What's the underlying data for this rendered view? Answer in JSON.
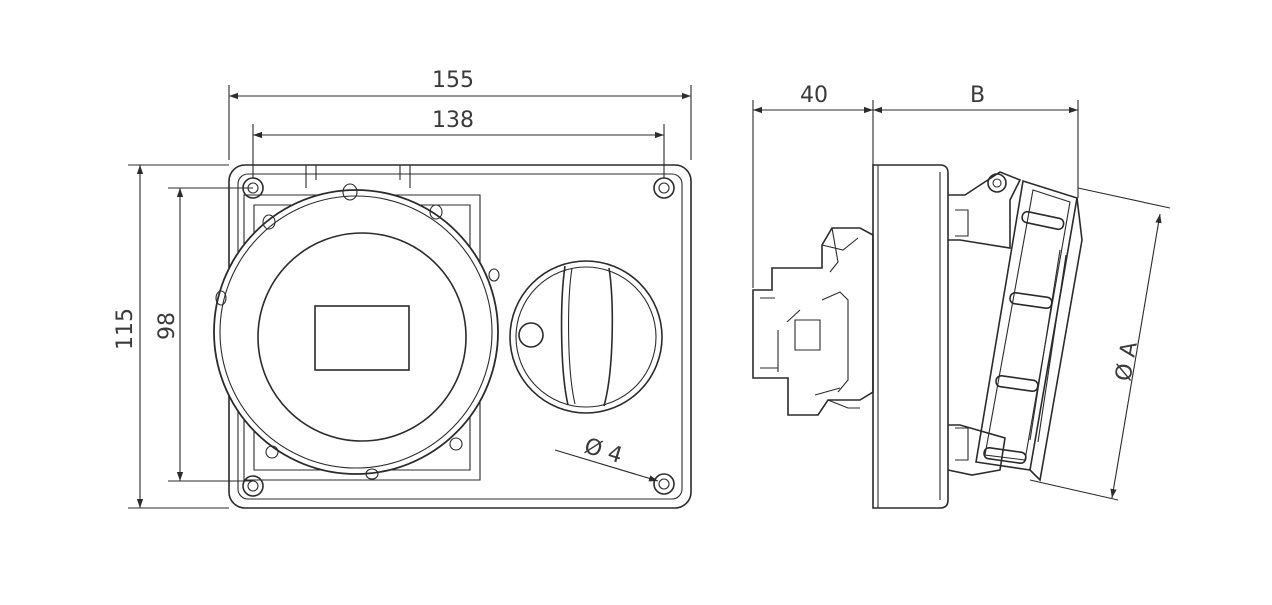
{
  "dimensions": {
    "overall_width": "155",
    "inner_width": "138",
    "overall_height": "115",
    "inner_height": "98",
    "hole_diameter": "Ø 4",
    "depth": "40",
    "projection": "B",
    "socket_diameter": "Ø A"
  },
  "colors": {
    "line": "#2b2b2b",
    "background": "#ffffff"
  }
}
